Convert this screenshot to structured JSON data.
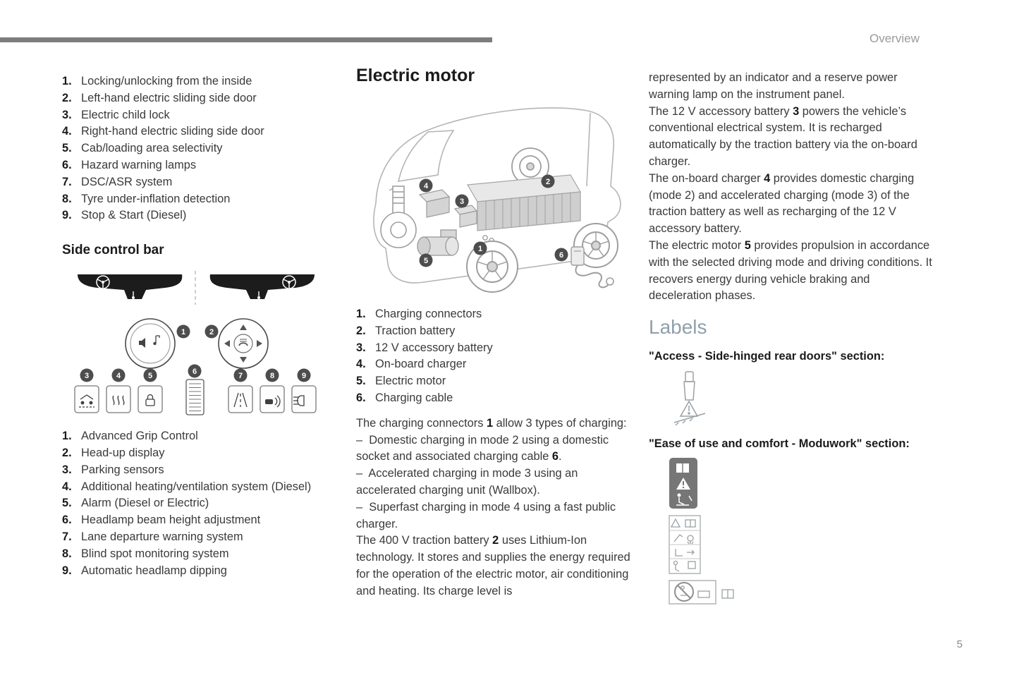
{
  "page": {
    "section_header": "Overview",
    "page_number": "5"
  },
  "col1": {
    "list1": [
      {
        "num": "1.",
        "text": "Locking/unlocking from the inside"
      },
      {
        "num": "2.",
        "text": "Left-hand electric sliding side door"
      },
      {
        "num": "3.",
        "text": "Electric child lock"
      },
      {
        "num": "4.",
        "text": "Right-hand electric sliding side door"
      },
      {
        "num": "5.",
        "text": "Cab/loading area selectivity"
      },
      {
        "num": "6.",
        "text": "Hazard warning lamps"
      },
      {
        "num": "7.",
        "text": "DSC/ASR system"
      },
      {
        "num": "8.",
        "text": "Tyre under-inflation detection"
      },
      {
        "num": "9.",
        "text": "Stop & Start (Diesel)"
      }
    ],
    "side_bar_heading": "Side control bar",
    "list2": [
      {
        "num": "1.",
        "text": "Advanced Grip Control"
      },
      {
        "num": "2.",
        "text": "Head-up display"
      },
      {
        "num": "3.",
        "text": "Parking sensors"
      },
      {
        "num": "4.",
        "text": "Additional heating/ventilation system (Diesel)"
      },
      {
        "num": "5.",
        "text": "Alarm (Diesel or Electric)"
      },
      {
        "num": "6.",
        "text": "Headlamp beam height adjustment"
      },
      {
        "num": "7.",
        "text": "Lane departure warning system"
      },
      {
        "num": "8.",
        "text": "Blind spot monitoring system"
      },
      {
        "num": "9.",
        "text": "Automatic headlamp dipping"
      }
    ]
  },
  "col2": {
    "heading": "Electric motor",
    "list": [
      {
        "num": "1.",
        "text": "Charging connectors"
      },
      {
        "num": "2.",
        "text": "Traction battery"
      },
      {
        "num": "3.",
        "text": "12 V accessory battery"
      },
      {
        "num": "4.",
        "text": "On-board charger"
      },
      {
        "num": "5.",
        "text": "Electric motor"
      },
      {
        "num": "6.",
        "text": "Charging cable"
      }
    ],
    "p1": {
      "t1": "The charging connectors ",
      "b": "1",
      "t2": " allow 3 types of charging:"
    },
    "bullet1": {
      "t1": "–  Domestic charging in mode 2 using a domestic socket and associated charging cable ",
      "b": "6",
      "t2": "."
    },
    "bullet2": "–  Accelerated charging in mode 3 using an accelerated charging unit (Wallbox).",
    "bullet3": "–  Superfast charging in mode 4 using a fast public charger.",
    "p2": {
      "t1": "The 400 V traction battery ",
      "b": "2",
      "t2": " uses Lithium-Ion technology. It stores and supplies the energy required for the operation of the electric motor, air conditioning and heating. Its charge level is"
    }
  },
  "col3": {
    "p1": "represented by an indicator and a reserve power warning lamp on the instrument panel.",
    "p2": {
      "t1": "The 12 V accessory battery ",
      "b": "3",
      "t2": " powers the vehicle’s conventional electrical system. It is recharged automatically by the traction battery via the on-board charger."
    },
    "p3": {
      "t1": "The on-board charger ",
      "b": "4",
      "t2": " provides domestic charging (mode 2) and accelerated charging (mode 3) of the traction battery as well as recharging of the 12 V accessory battery."
    },
    "p4": {
      "t1": "The electric motor ",
      "b": "5",
      "t2": " provides propulsion in accordance with the selected driving mode and driving conditions. It recovers energy during vehicle braking and deceleration phases."
    },
    "labels_heading": "Labels",
    "label_section1": "\"Access - Side-hinged rear doors\" section:",
    "label_section2": "\"Ease of use and comfort - Moduwork\" section:"
  },
  "badges": {
    "van": [
      "1",
      "2",
      "3",
      "4",
      "5",
      "6"
    ],
    "bar": [
      "1",
      "2",
      "3",
      "4",
      "5",
      "6",
      "7",
      "8",
      "9"
    ]
  }
}
